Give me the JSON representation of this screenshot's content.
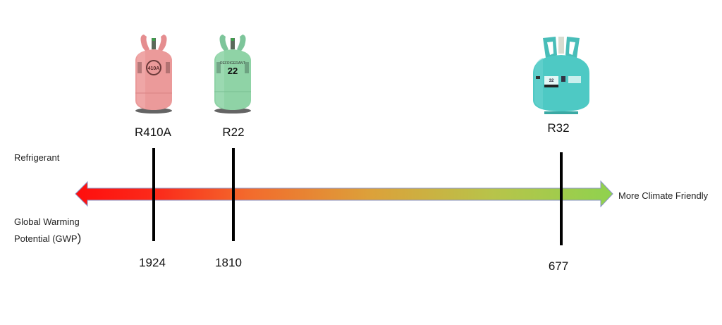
{
  "labels": {
    "row_refrigerant": "Refrigerant",
    "row_gwp_line1": "Global Warming",
    "row_gwp_line2": "Potential (GWP",
    "row_gwp_paren": ")",
    "arrow_right": "More Climate Friendly"
  },
  "colors": {
    "arrow_start": "#ff1a0a",
    "arrow_mid": "#dfa43a",
    "arrow_end": "#8fd24e",
    "arrow_outline": "#7e8cc0",
    "marker_line": "#000000"
  },
  "refrigerants": [
    {
      "name": "R410A",
      "gwp": "1924",
      "cylinder_color": "#eb9a9a",
      "cylinder_label": "410A"
    },
    {
      "name": "R22",
      "gwp": "1810",
      "cylinder_color": "#8fd3a6",
      "cylinder_label": "22",
      "cylinder_sublabel": "REFRIGERANT"
    },
    {
      "name": "R32",
      "gwp": "677",
      "cylinder_color": "#4ec9c4",
      "cylinder_label": "32"
    }
  ],
  "chart_data": {
    "type": "scatter",
    "title": "",
    "xlabel": "Global Warming Potential (GWP)",
    "ylabel": "Refrigerant",
    "direction_hint": "More Climate Friendly (lower GWP to the right)",
    "categories": [
      "R410A",
      "R22",
      "R32"
    ],
    "values": [
      1924,
      1810,
      677
    ]
  }
}
